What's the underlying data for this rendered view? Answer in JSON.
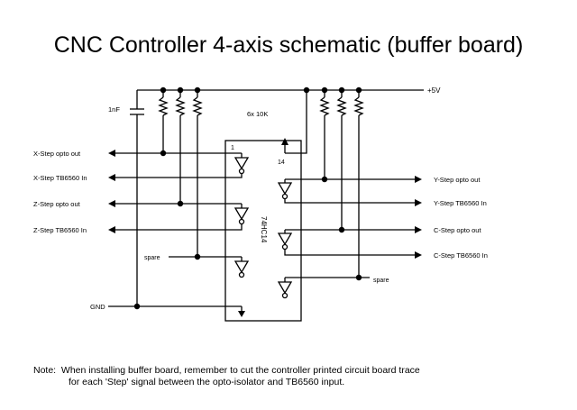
{
  "title": "CNC Controller 4-axis schematic (buffer board)",
  "supply_label": "+5V",
  "capacitor_label": "1nF",
  "resistor_label": "6x 10K",
  "chip_label": "74HC14",
  "pin_1": "1",
  "pin_14": "14",
  "gnd_label": "GND",
  "left_signals": [
    "X-Step opto out",
    "X-Step TB6560 In",
    "Z-Step opto out",
    "Z-Step TB6560 In"
  ],
  "right_signals": [
    "Y-Step opto out",
    "Y-Step TB6560 In",
    "C-Step opto out",
    "C-Step TB6560 In"
  ],
  "spare_left": "spare",
  "spare_right": "spare",
  "note_line1": "Note:  When installing buffer board, remember to cut the controller printed circuit board trace",
  "note_line2": "for each 'Step' signal between the opto-isolator and TB6560 input."
}
